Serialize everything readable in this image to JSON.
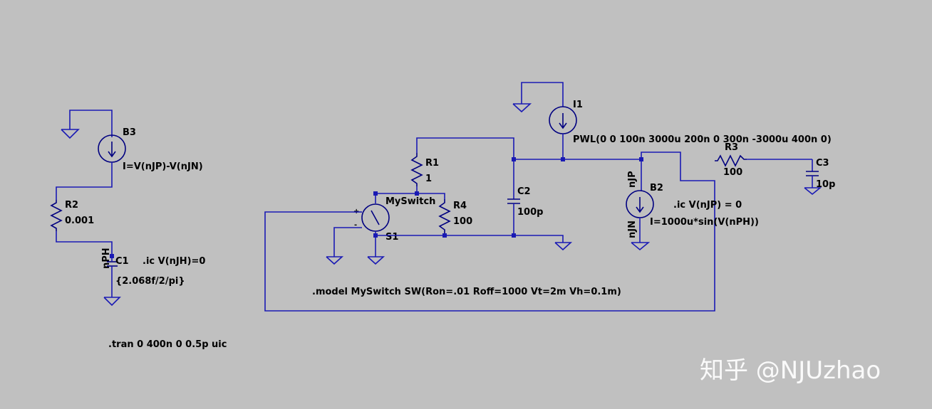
{
  "colors": {
    "background": "#c0c0c0",
    "wire": "#1a1ab4",
    "text": "#000000",
    "watermark": "#ffffff"
  },
  "components": {
    "b3": {
      "name": "B3",
      "value": "I=V(nJP)-V(nJN)"
    },
    "r2": {
      "name": "R2",
      "value": "0.001"
    },
    "c1": {
      "name": "C1",
      "value": "{2.068f/2/pi}",
      "node": "nPH"
    },
    "i1": {
      "name": "I1",
      "value": "PWL(0 0 100n 3000u 200n 0 300n -3000u 400n 0)"
    },
    "r1": {
      "name": "R1",
      "value": "1"
    },
    "r4": {
      "name": "R4",
      "value": "100"
    },
    "c2": {
      "name": "C2",
      "value": "100p"
    },
    "s1": {
      "name": "S1",
      "model": "MySwitch"
    },
    "b2": {
      "name": "B2",
      "value": "I=1000u*sin(V(nPH))",
      "node_top": "nJP",
      "node_bottom": "nJN"
    },
    "r3": {
      "name": "R3",
      "value": "100"
    },
    "c3": {
      "name": "C3",
      "value": "10p"
    }
  },
  "directives": {
    "ic_c1": ".ic V(nJH)=0",
    "ic_b2": ".ic V(nJP) = 0",
    "model": ".model MySwitch SW(Ron=.01 Roff=1000 Vt=2m Vh=0.1m)",
    "tran": ".tran 0 400n 0 0.5p uic"
  },
  "switch_pins": {
    "plus": "+",
    "minus": "-"
  },
  "watermark": "知乎 @NJUzhao"
}
